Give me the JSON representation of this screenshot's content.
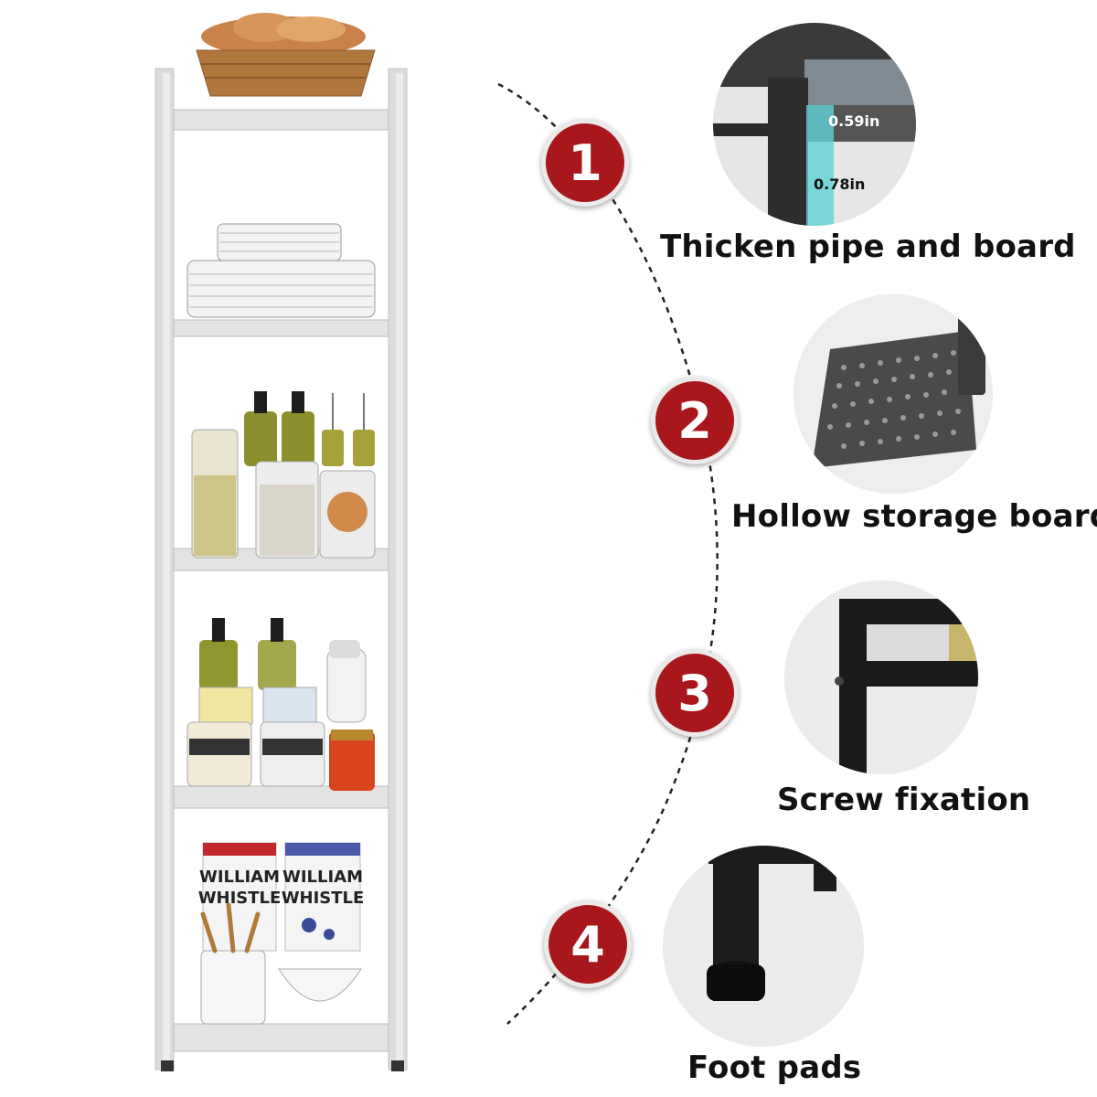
{
  "product": {
    "box_text_1": "WILLIAM",
    "box_text_2": "WHISTLE",
    "box_text_3": "WILLIAM",
    "box_text_4": "WHISTLE"
  },
  "features": [
    {
      "number": "1",
      "label": "Thicken pipe and board",
      "dims": [
        "0.59in",
        "0.78in"
      ]
    },
    {
      "number": "2",
      "label": "Hollow storage board"
    },
    {
      "number": "3",
      "label": "Screw fixation"
    },
    {
      "number": "4",
      "label": "Foot pads"
    }
  ],
  "colors": {
    "badge": "#a8171c",
    "frame": "#d9d9d9",
    "detail_metal": "#2b2b2b"
  },
  "icons": [
    "shelf-illustration",
    "pipe-detail",
    "board-detail",
    "screw-detail",
    "foot-detail"
  ]
}
